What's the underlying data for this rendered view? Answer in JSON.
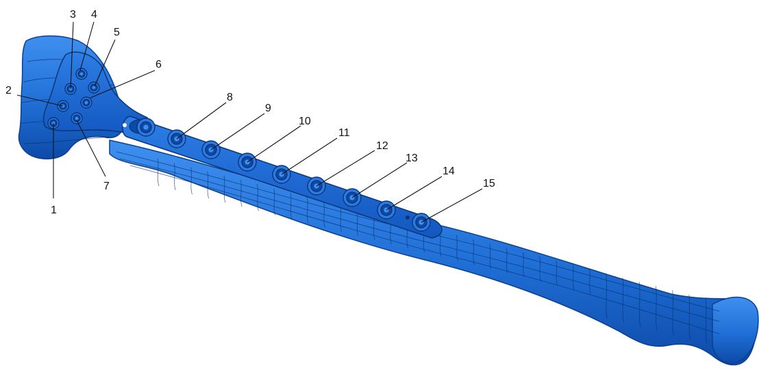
{
  "colors": {
    "model_fill": "#1f6fd6",
    "model_light": "#3f8ff0",
    "model_dark": "#0b3f8f",
    "mesh_line": "#062f6e",
    "screw_ring": "#0a3576",
    "label_text": "#111111",
    "background": "#ffffff"
  },
  "callouts": [
    {
      "id": "1",
      "text": "1"
    },
    {
      "id": "2",
      "text": "2"
    },
    {
      "id": "3",
      "text": "3"
    },
    {
      "id": "4",
      "text": "4"
    },
    {
      "id": "5",
      "text": "5"
    },
    {
      "id": "6",
      "text": "6"
    },
    {
      "id": "7",
      "text": "7"
    },
    {
      "id": "8",
      "text": "8"
    },
    {
      "id": "9",
      "text": "9"
    },
    {
      "id": "10",
      "text": "10"
    },
    {
      "id": "11",
      "text": "11"
    },
    {
      "id": "12",
      "text": "12"
    },
    {
      "id": "13",
      "text": "13"
    },
    {
      "id": "14",
      "text": "14"
    },
    {
      "id": "15",
      "text": "15"
    }
  ]
}
